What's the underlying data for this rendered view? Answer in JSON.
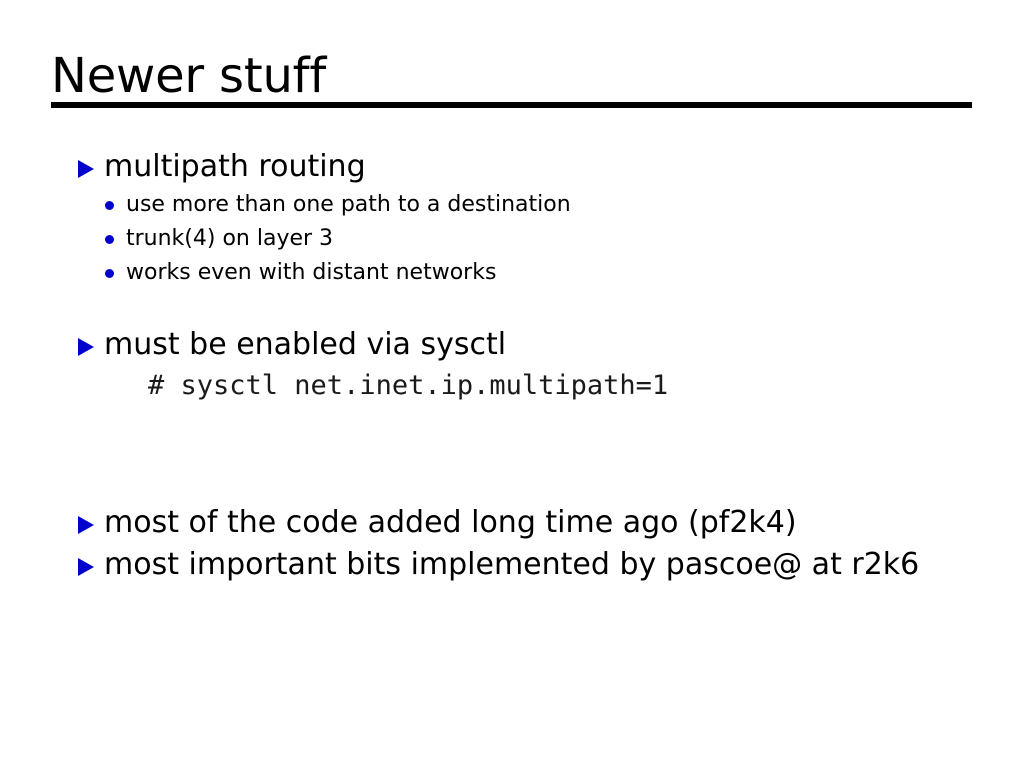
{
  "slide": {
    "title": "Newer stuff",
    "accent_color": "#0000cc",
    "text_color": "#000000",
    "background_color": "#ffffff",
    "markers": {
      "level1": "triangle-right-bullet",
      "level2": "round-bullet"
    },
    "groups": [
      {
        "heading": "multipath routing",
        "subitems": [
          "use more than one path to a destination",
          "trunk(4) on layer 3",
          "works even with distant networks"
        ]
      },
      {
        "heading": "must be enabled via sysctl",
        "command": "# sysctl net.inet.ip.multipath=1"
      },
      {
        "heading": "most of the code added long time ago (pf2k4)"
      },
      {
        "heading": "most important bits implemented by pascoe@ at r2k6"
      }
    ]
  }
}
